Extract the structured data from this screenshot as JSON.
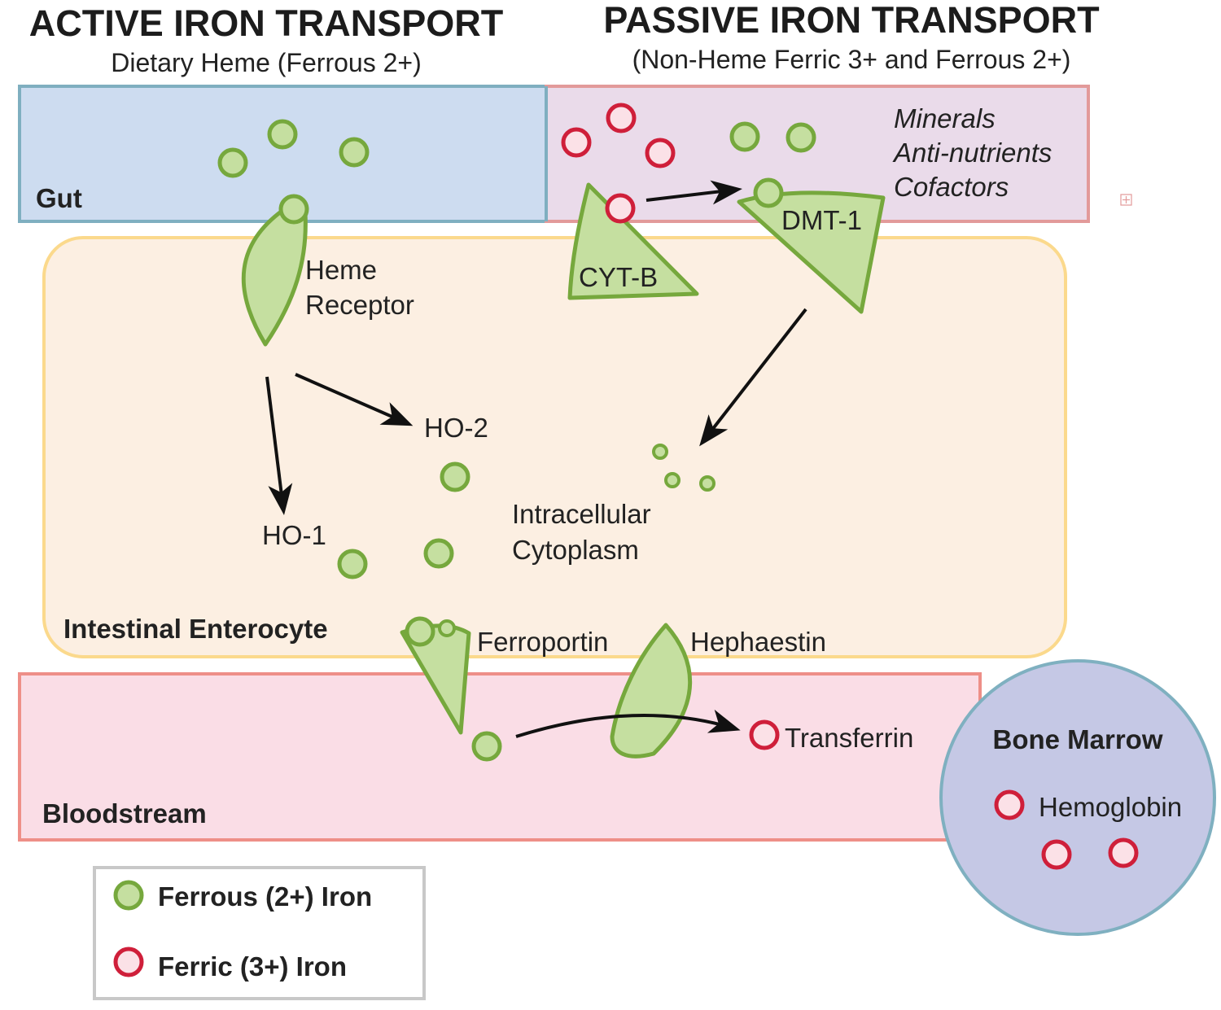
{
  "header": {
    "active_title": "ACTIVE IRON TRANSPORT",
    "active_subtitle": "Dietary Heme (Ferrous 2+)",
    "passive_title": "PASSIVE IRON TRANSPORT",
    "passive_subtitle": "(Non-Heme Ferric 3+ and Ferrous 2+)"
  },
  "regions": {
    "gut": "Gut",
    "enterocyte": "Intestinal Enterocyte",
    "bloodstream": "Bloodstream",
    "bone_marrow": "Bone Marrow"
  },
  "inhibitors": {
    "line1": "Minerals",
    "line2": "Anti-nutrients",
    "line3": "Cofactors"
  },
  "labels": {
    "heme_receptor_1": "Heme",
    "heme_receptor_2": "Receptor",
    "cyt_b": "CYT-B",
    "dmt1": "DMT-1",
    "ho2": "HO-2",
    "ho1": "HO-1",
    "cytoplasm_1": "Intracellular",
    "cytoplasm_2": "Cytoplasm",
    "ferroportin": "Ferroportin",
    "hephaestin": "Hephaestin",
    "transferrin": "Transferrin",
    "hemoglobin": "Hemoglobin"
  },
  "legend": {
    "ferrous": "Ferrous (2+) Iron",
    "ferric": "Ferric (3+) Iron"
  },
  "colors": {
    "gut_fill": "#cddcf0",
    "gut_stroke": "#7fafc0",
    "passive_fill": "#eadbea",
    "passive_stroke": "#e29a9a",
    "enterocyte_fill": "#fcefe2",
    "enterocyte_stroke": "#fbd98c",
    "blood_fill": "#fadde6",
    "blood_stroke": "#ee8f88",
    "marrow_fill": "#c5c8e5",
    "marrow_stroke": "#7fb0c0",
    "ferrous_iron": "#c5dfa0",
    "ferric_iron": "#cf1f3a"
  }
}
